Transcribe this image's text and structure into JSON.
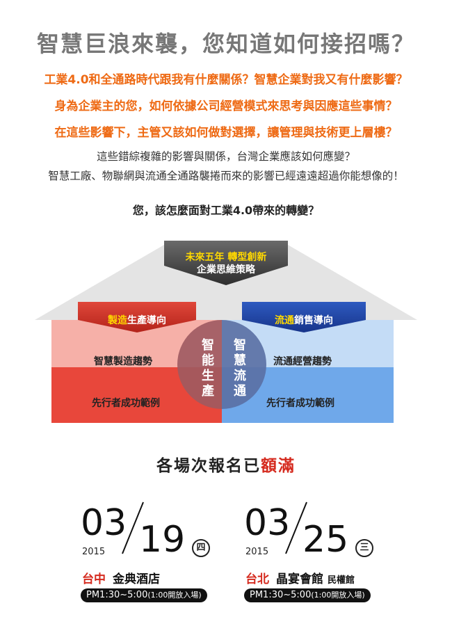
{
  "header": {
    "title": "智慧巨浪來襲，您知道如何接招嗎？",
    "questions": [
      "工業4.0和全通路時代跟我有什麼關係？智慧企業對我又有什麼影響？",
      "身為企業主的您，如何依據公司經營模式來思考與因應這些事情？",
      "在這些影響下，主管又該如何做對選擇，讓管理與技術更上層樓？"
    ],
    "body": [
      "這些錯綜複雜的影響與關係，台灣企業應該如何應變？",
      "智慧工廠、物聯網與流通全通路襲捲而來的影響已經遠遠超過你能想像的！"
    ],
    "question": "您，該怎麼面對工業4.0帶來的轉變？"
  },
  "diagram": {
    "top_banner": {
      "line1": "未來五年 轉型創新",
      "line2": "企業思維策略"
    },
    "left_banner": {
      "part1": "製造",
      "part2": "生產導向"
    },
    "right_banner": {
      "part1": "流通",
      "part2": "銷售導向"
    },
    "left_items": [
      "智慧製造趨勢",
      "先行者成功範例"
    ],
    "right_items": [
      "流通經營趨勢",
      "先行者成功範例"
    ],
    "circle_left": "智能生產",
    "circle_right": "智慧流通",
    "colors": {
      "red": "#e8473b",
      "red_light": "#f6b0a8",
      "blue": "#6fa8ea",
      "blue_light": "#c4dcf6",
      "gray": "#4a4a4a",
      "yellow": "#ffd800"
    }
  },
  "status": {
    "text": "各場次報名已",
    "highlight": "額滿"
  },
  "events": [
    {
      "month": "03",
      "day": "19",
      "year": "2015",
      "weekday": "四",
      "city": "台中",
      "venue": "金典酒店",
      "venue_sub": "",
      "time": "PM1:30~5:00",
      "time_note": "(1:00開放入場)"
    },
    {
      "month": "03",
      "day": "25",
      "year": "2015",
      "weekday": "三",
      "city": "台北",
      "venue": "晶宴會館",
      "venue_sub": "民權館",
      "time": "PM1:30~5:00",
      "time_note": "(1:00開放入場)"
    }
  ]
}
